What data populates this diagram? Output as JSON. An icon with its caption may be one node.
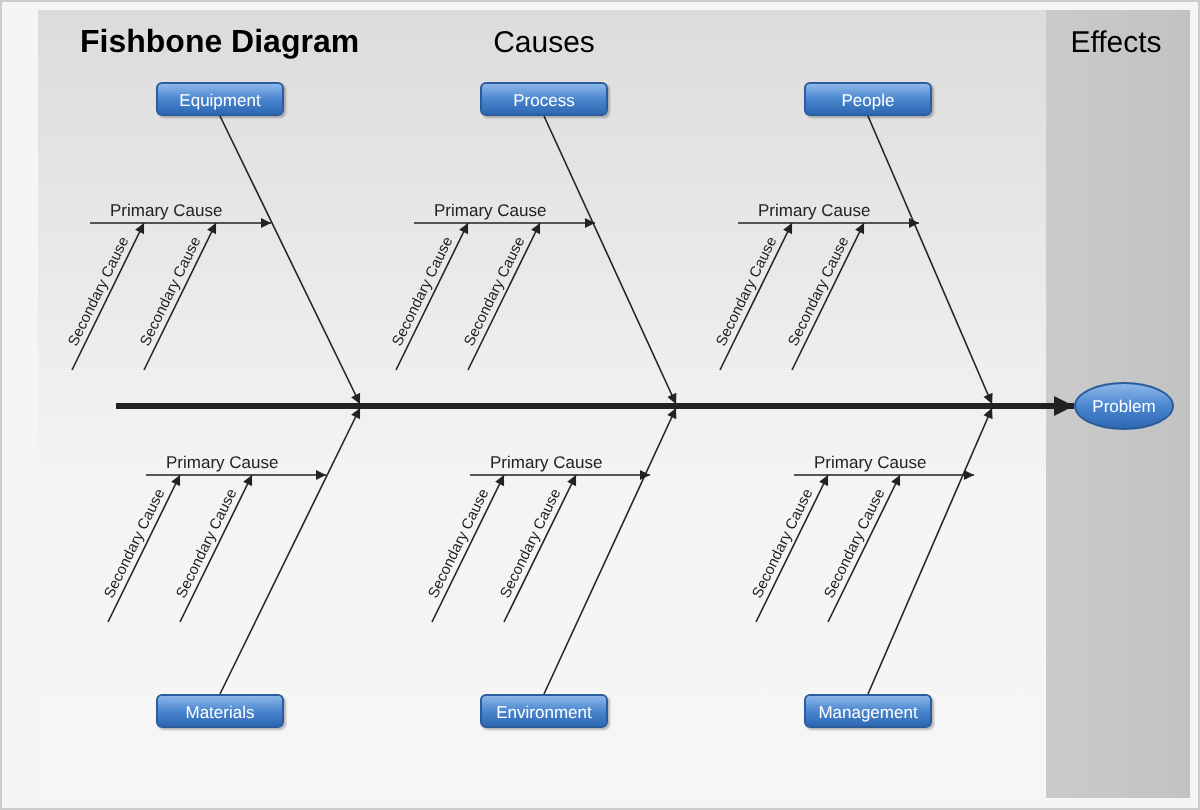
{
  "diagram": {
    "title": "Fishbone Diagram",
    "nodes": [
      {
        "text": [
          "Equipment"
        ]
      },
      {
        "text": [
          "Process"
        ]
      },
      {
        "text": [
          "People"
        ]
      },
      {
        "text": [
          "Primary Cause"
        ]
      },
      {
        "text": [
          "Primary Cause"
        ]
      },
      {
        "text": [
          "Primary Cause"
        ]
      },
      {
        "text": [
          "Problem"
        ]
      },
      {
        "text": [
          "Primary Cause"
        ]
      },
      {
        "text": [
          "Primary Cause"
        ]
      },
      {
        "text": [
          "Primary Cause"
        ]
      },
      {
        "text": [
          "Materials"
        ]
      },
      {
        "text": [
          "Environment"
        ]
      },
      {
        "text": [
          "Management"
        ]
      }
    ],
    "edges": [
      {
        "from": null,
        "to": 6,
        "arrow": "to",
        "style": "thick"
      },
      {
        "from": 0,
        "to": null,
        "arrow": "to"
      },
      {
        "from": 1,
        "to": null,
        "arrow": "to"
      },
      {
        "from": 2,
        "to": null,
        "arrow": "to"
      },
      {
        "from": 10,
        "to": null,
        "arrow": "to"
      },
      {
        "from": 11,
        "to": null,
        "arrow": "to"
      },
      {
        "from": 12,
        "to": null,
        "arrow": "to"
      },
      {
        "from": 3,
        "to": null,
        "arrow": "to"
      },
      {
        "from": 4,
        "to": null,
        "arrow": "to"
      },
      {
        "from": 5,
        "to": null,
        "arrow": "to"
      },
      {
        "from": 7,
        "to": null,
        "arrow": "to"
      },
      {
        "from": 8,
        "to": null,
        "arrow": "to"
      },
      {
        "from": 9,
        "to": null,
        "arrow": "to"
      },
      {
        "from": null,
        "to": 3,
        "arrow": "to",
        "label": "Secondary Cause"
      },
      {
        "from": null,
        "to": 3,
        "arrow": "to",
        "label": "Secondary Cause"
      },
      {
        "from": null,
        "to": 4,
        "arrow": "to",
        "label": "Secondary Cause"
      },
      {
        "from": null,
        "to": 4,
        "arrow": "to",
        "label": "Secondary Cause"
      },
      {
        "from": null,
        "to": 5,
        "arrow": "to",
        "label": "Secondary Cause"
      },
      {
        "from": null,
        "to": 5,
        "arrow": "to",
        "label": "Secondary Cause"
      },
      {
        "from": null,
        "to": 7,
        "arrow": "to",
        "label": "Secondary Cause"
      },
      {
        "from": null,
        "to": 7,
        "arrow": "to",
        "label": "Secondary Cause"
      },
      {
        "from": null,
        "to": 8,
        "arrow": "to",
        "label": "Secondary Cause"
      },
      {
        "from": null,
        "to": 8,
        "arrow": "to",
        "label": "Secondary Cause"
      },
      {
        "from": null,
        "to": 9,
        "arrow": "to",
        "label": "Secondary Cause"
      },
      {
        "from": null,
        "to": 9,
        "arrow": "to",
        "label": "Secondary Cause"
      }
    ],
    "labels": [
      "Causes",
      "Effects"
    ]
  }
}
